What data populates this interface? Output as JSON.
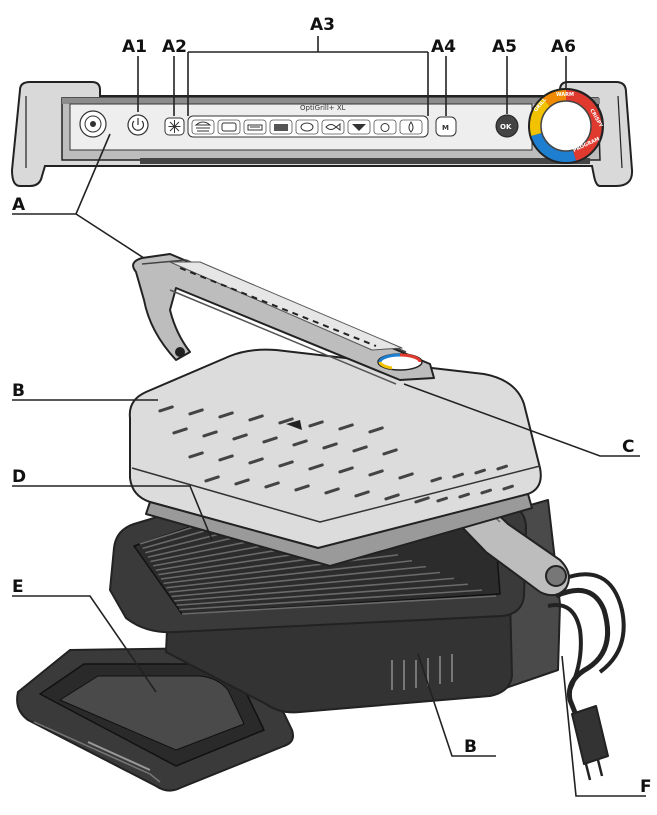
{
  "control_panel": {
    "brand_text": "OptiGrill+ XL",
    "mode_button_text": "M",
    "ok_button_text": "OK",
    "dial_words": [
      "GRILL",
      "WARM",
      "CRISPY",
      "PROGRAM"
    ],
    "program_icons": [
      "burger-icon",
      "sandwich-icon",
      "steak-icon",
      "poultry-icon",
      "fish-icon",
      "sausage-icon",
      "bacon-icon",
      "seafood-icon",
      "vegetable-icon"
    ]
  },
  "labels": {
    "A": "A",
    "A1": "A1",
    "A2": "A2",
    "A3": "A3",
    "A4": "A4",
    "A5": "A5",
    "A6": "A6",
    "B_top": "B",
    "B_bottom": "B",
    "C": "C",
    "D": "D",
    "E": "E",
    "F": "F"
  },
  "colors": {
    "outline": "#222222",
    "metal": "#d9d9d9",
    "dark_plate": "#3a3a3a",
    "dial_yellow": "#f2c200",
    "dial_red": "#e03a2f",
    "dial_blue": "#1e7fd0",
    "dial_orange": "#f08a00"
  }
}
